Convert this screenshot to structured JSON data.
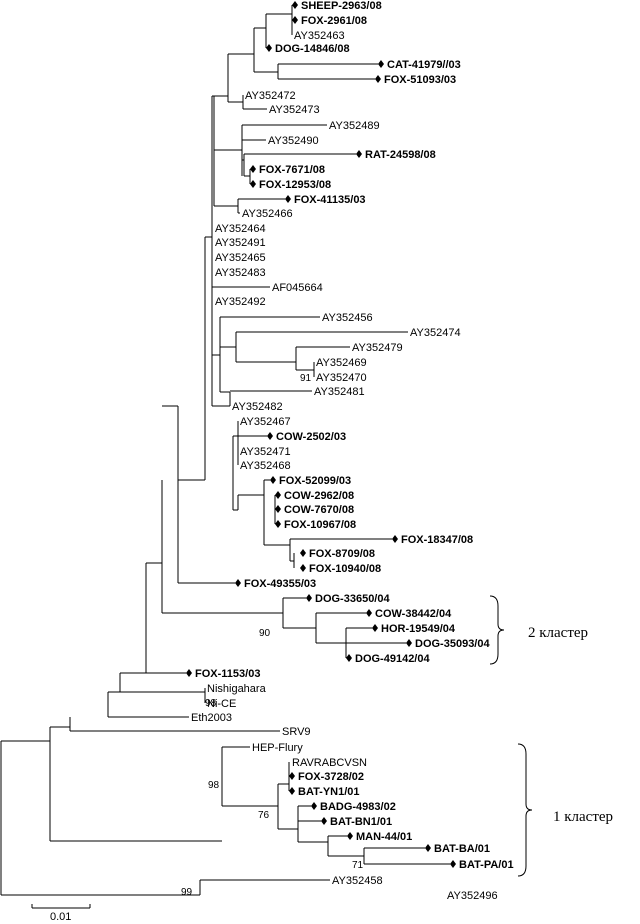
{
  "leaves": [
    {
      "id": "sheep2963",
      "label": "SHEEP-2963/08",
      "marker": true
    },
    {
      "id": "fox2961",
      "label": "FOX-2961/08",
      "marker": true
    },
    {
      "id": "ay352463",
      "label": "AY352463",
      "marker": false
    },
    {
      "id": "dog14846",
      "label": "DOG-14846/08",
      "marker": true
    },
    {
      "id": "cat41979",
      "label": "CAT-41979//03",
      "marker": true
    },
    {
      "id": "fox51093",
      "label": "FOX-51093/03",
      "marker": true
    },
    {
      "id": "ay352472",
      "label": "AY352472",
      "marker": false
    },
    {
      "id": "ay352473",
      "label": "AY352473",
      "marker": false
    },
    {
      "id": "ay352489",
      "label": "AY352489",
      "marker": false
    },
    {
      "id": "ay352490",
      "label": "AY352490",
      "marker": false
    },
    {
      "id": "rat24598",
      "label": "RAT-24598/08",
      "marker": true
    },
    {
      "id": "fox7671",
      "label": "FOX-7671/08",
      "marker": true
    },
    {
      "id": "fox12953",
      "label": "FOX-12953/08",
      "marker": true
    },
    {
      "id": "fox41135",
      "label": "FOX-41135/03",
      "marker": true
    },
    {
      "id": "ay352466",
      "label": "AY352466",
      "marker": false
    },
    {
      "id": "ay352464",
      "label": "AY352464",
      "marker": false
    },
    {
      "id": "ay352491",
      "label": "AY352491",
      "marker": false
    },
    {
      "id": "ay352465",
      "label": "AY352465",
      "marker": false
    },
    {
      "id": "ay352483",
      "label": "AY352483",
      "marker": false
    },
    {
      "id": "af045664",
      "label": "AF045664",
      "marker": false
    },
    {
      "id": "ay352492",
      "label": "AY352492",
      "marker": false
    },
    {
      "id": "ay352456",
      "label": "AY352456",
      "marker": false
    },
    {
      "id": "ay352474",
      "label": "AY352474",
      "marker": false
    },
    {
      "id": "ay352479",
      "label": "AY352479",
      "marker": false
    },
    {
      "id": "ay352469",
      "label": "AY352469",
      "marker": false
    },
    {
      "id": "ay352470",
      "label": "AY352470",
      "marker": false
    },
    {
      "id": "ay352481",
      "label": "AY352481",
      "marker": false
    },
    {
      "id": "ay352482",
      "label": "AY352482",
      "marker": false
    },
    {
      "id": "ay352467",
      "label": "AY352467",
      "marker": false
    },
    {
      "id": "cow2502",
      "label": "COW-2502/03",
      "marker": true
    },
    {
      "id": "ay352471",
      "label": "AY352471",
      "marker": false
    },
    {
      "id": "ay352468",
      "label": "AY352468",
      "marker": false
    },
    {
      "id": "fox52099",
      "label": "FOX-52099/03",
      "marker": true
    },
    {
      "id": "cow2962",
      "label": "COW-2962/08",
      "marker": true
    },
    {
      "id": "cow7670",
      "label": "COW-7670/08",
      "marker": true
    },
    {
      "id": "fox10967",
      "label": "FOX-10967/08",
      "marker": true
    },
    {
      "id": "fox18347",
      "label": "FOX-18347/08",
      "marker": true
    },
    {
      "id": "fox8709",
      "label": "FOX-8709/08",
      "marker": true
    },
    {
      "id": "fox10940",
      "label": "FOX-10940/08",
      "marker": true
    },
    {
      "id": "fox49355",
      "label": "FOX-49355/03",
      "marker": true
    },
    {
      "id": "dog33650",
      "label": "DOG-33650/04",
      "marker": true
    },
    {
      "id": "cow38442",
      "label": "COW-38442/04",
      "marker": true
    },
    {
      "id": "hor19549",
      "label": "HOR-19549/04",
      "marker": true
    },
    {
      "id": "dog35093",
      "label": "DOG-35093/04",
      "marker": true
    },
    {
      "id": "dog49142",
      "label": "DOG-49142/04",
      "marker": true
    },
    {
      "id": "fox1153",
      "label": "FOX-1153/03",
      "marker": true
    },
    {
      "id": "nishigahara",
      "label": "Nishigahara",
      "marker": false
    },
    {
      "id": "nice",
      "label": "Ni-CE",
      "marker": false
    },
    {
      "id": "eth2003",
      "label": "Eth2003",
      "marker": false
    },
    {
      "id": "srv9",
      "label": "SRV9",
      "marker": false
    },
    {
      "id": "hepflury",
      "label": "HEP-Flury",
      "marker": false
    },
    {
      "id": "ravrabcvsn",
      "label": "RAVRABCVSN",
      "marker": false
    },
    {
      "id": "fox3728",
      "label": "FOX-3728/02",
      "marker": true
    },
    {
      "id": "batyn1",
      "label": "BAT-YN1/01",
      "marker": true
    },
    {
      "id": "badg4983",
      "label": "BADG-4983/02",
      "marker": true
    },
    {
      "id": "batbn1",
      "label": "BAT-BN1/01",
      "marker": true
    },
    {
      "id": "man44",
      "label": "MAN-44/01",
      "marker": true
    },
    {
      "id": "batba",
      "label": "BAT-BA/01",
      "marker": true
    },
    {
      "id": "batpa",
      "label": "BAT-PA/01",
      "marker": true
    },
    {
      "id": "ay352458",
      "label": "AY352458",
      "marker": false
    },
    {
      "id": "ay352496",
      "label": "AY352496",
      "marker": false
    }
  ],
  "bootstrap": [
    {
      "id": "bs91",
      "value": "91"
    },
    {
      "id": "bs90",
      "value": "90"
    },
    {
      "id": "bs98a",
      "value": "98"
    },
    {
      "id": "bs98b",
      "value": "98"
    },
    {
      "id": "bs76",
      "value": "76"
    },
    {
      "id": "bs71",
      "value": "71"
    },
    {
      "id": "bs99",
      "value": "99"
    }
  ],
  "clusters": [
    {
      "id": "cluster2",
      "label": "2 кластер"
    },
    {
      "id": "cluster1",
      "label": "1 кластер"
    }
  ],
  "scale_bar": {
    "label": "0.01"
  }
}
